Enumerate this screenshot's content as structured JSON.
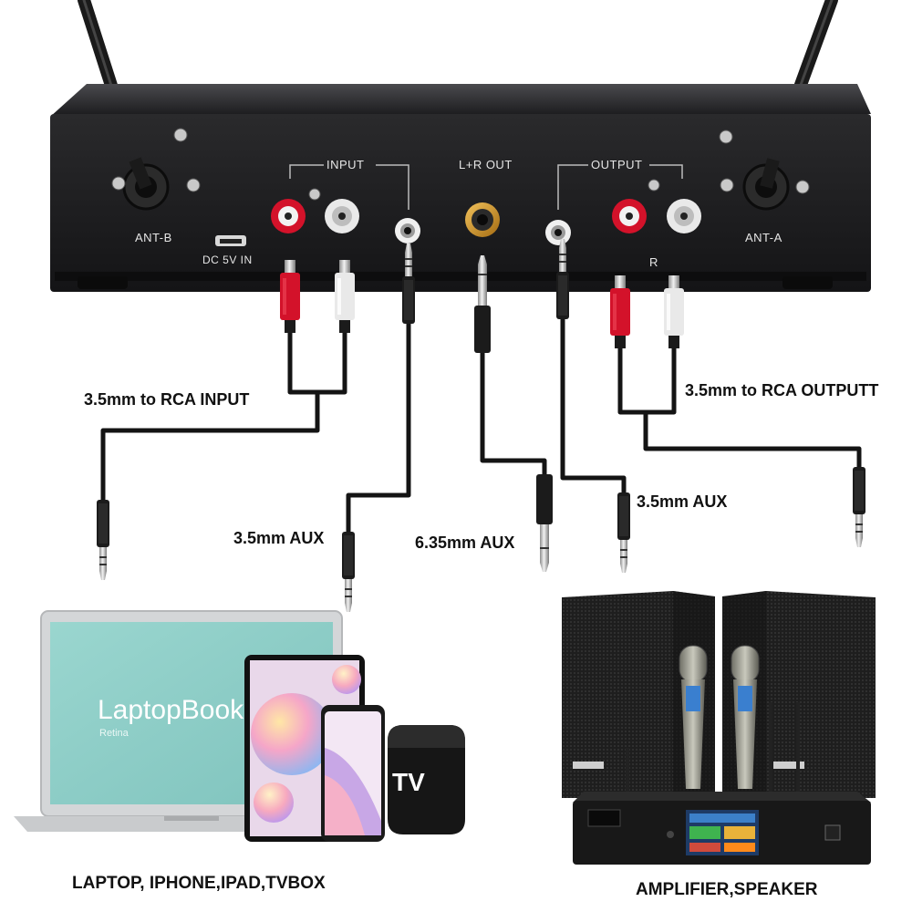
{
  "panel": {
    "ant_b": "ANT-B",
    "ant_a": "ANT-A",
    "dc_in": "DC 5V IN",
    "input": "INPUT",
    "lr_out": "L+R OUT",
    "output": "OUTPUT",
    "r_mark": "R"
  },
  "labels": {
    "rca_input": "3.5mm to RCA INPUT",
    "rca_output": "3.5mm to RCA OUTPUTT",
    "aux_left": "3.5mm AUX",
    "aux_635": "6.35mm AUX",
    "aux_right": "3.5mm AUX",
    "sources": "LAPTOP, IPHONE,IPAD,TVBOX",
    "outputs": "AMPLIFIER,SPEAKER"
  },
  "devices": {
    "laptop_screen_title": "LaptopBook",
    "laptop_screen_sub": "Retina",
    "tv_box": "TV"
  },
  "colors": {
    "panel": "#1c1c1e",
    "rca_red": "#d3122a",
    "rca_white": "#e9e9e9",
    "cable": "#141414",
    "laptop_screen": "#8fcfc9"
  }
}
